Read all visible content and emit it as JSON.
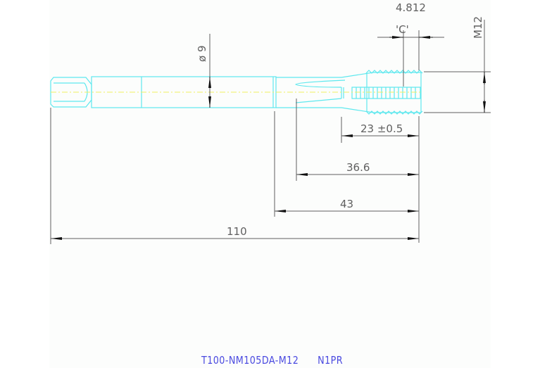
{
  "drawing": {
    "part_number": "T100-NM105DA-M12",
    "variant": "N1PR",
    "colors": {
      "outline": "#5ee8ee",
      "centerline": "#f0f060",
      "dimension": "#606060",
      "title": "#4a4ae0",
      "sheet": "#fcfdfc"
    },
    "dimensions": {
      "shank_diameter": "ø 9",
      "thread": "M12",
      "c_label": "'C'",
      "c_value": "4.812",
      "thread_length": "23 ±0.5",
      "neck_length": "36.6",
      "flute_length": "43",
      "overall_length": "110"
    }
  }
}
